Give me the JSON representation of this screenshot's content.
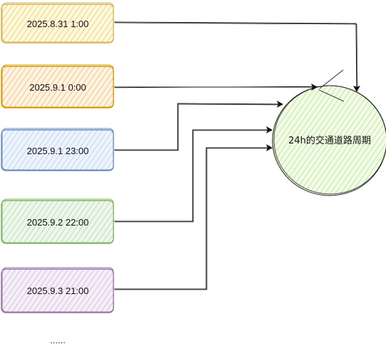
{
  "diagram": {
    "boxes": [
      {
        "id": "box-1",
        "label": "2025.8.31 1:00",
        "fill": "#fff2cc",
        "stroke": "#d6b656"
      },
      {
        "id": "box-2",
        "label": "2025.9.1 0:00",
        "fill": "#ffe6cc",
        "stroke": "#d79b00"
      },
      {
        "id": "box-3",
        "label": "2025.9.1 23:00",
        "fill": "#dae8fc",
        "stroke": "#6c8ebf"
      },
      {
        "id": "box-4",
        "label": "2025.9.2 22:00",
        "fill": "#d5e8d4",
        "stroke": "#82b366"
      },
      {
        "id": "box-5",
        "label": "2025.9.3 21:00",
        "fill": "#e1d5e7",
        "stroke": "#9673a6"
      }
    ],
    "cycle": {
      "label": "24h的交通道路周期",
      "fill": "#d5f0b8",
      "stroke": "#222222"
    },
    "ellipsis": "......"
  }
}
